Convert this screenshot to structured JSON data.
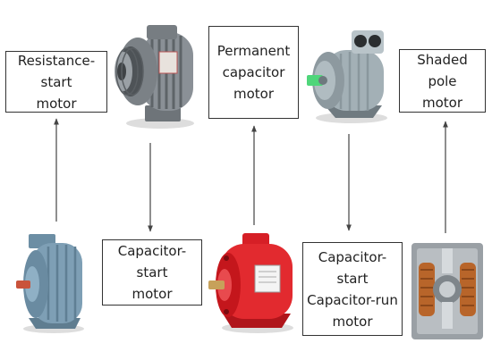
{
  "labels": {
    "resistance_start": [
      "Resistance-start",
      "motor"
    ],
    "capacitor_start": [
      "Capacitor-start",
      "motor"
    ],
    "permanent_capacitor": [
      "Permanent",
      "capacitor",
      "motor"
    ],
    "cap_start_cap_run": [
      "Capacitor-start",
      "Capacitor-run",
      "motor"
    ],
    "shaded_pole": [
      "Shaded pole",
      "motor"
    ]
  },
  "colors": {
    "box_border": "#333333",
    "arrow": "#444444",
    "motor_grey": "#9aa3ab",
    "motor_blue": "#7e9fb5",
    "motor_red": "#d61f26",
    "copper": "#b8652a"
  },
  "images": [
    "grey-cast-iron-pulley-motor",
    "grey-motor-green-shaft",
    "blue-industrial-motor",
    "red-motor",
    "shaded-pole-motor-copper-coils"
  ]
}
